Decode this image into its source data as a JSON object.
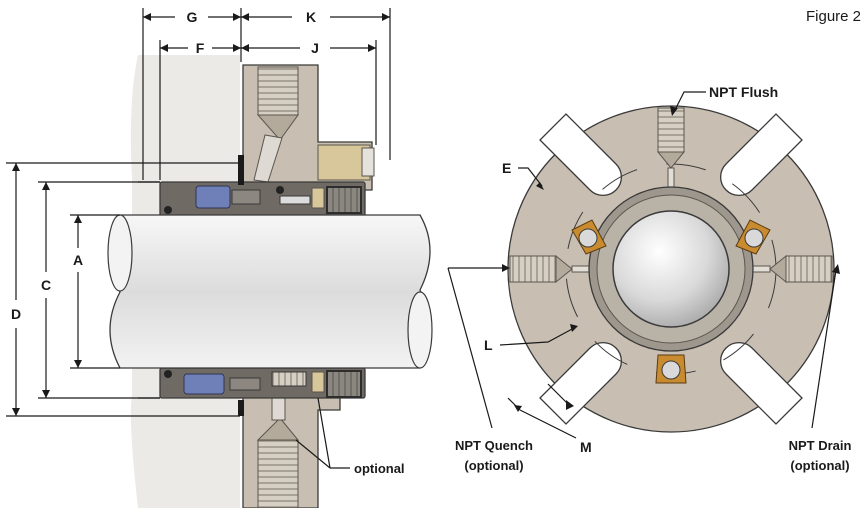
{
  "figure_label": "Figure 2",
  "dimensions": {
    "A": "A",
    "C": "C",
    "D": "D",
    "E": "E",
    "F": "F",
    "G": "G",
    "J": "J",
    "K": "K",
    "L": "L",
    "M": "M"
  },
  "callouts": {
    "npt_flush": "NPT Flush",
    "npt_quench_line1": "NPT Quench",
    "npt_quench_line2": "(optional)",
    "npt_drain_line1": "NPT Drain",
    "npt_drain_line2": "(optional)",
    "optional": "optional"
  },
  "colors": {
    "gland_tan": "#c8bfb2",
    "gland_light": "#e2ddd5",
    "shaft": "#e9e9e9",
    "sleeve_dark": "#6f6a63",
    "seal_blue": "#6f7fb8",
    "bolt_bronze": "#c98b2f",
    "collar_gold": "#d8c79a"
  }
}
